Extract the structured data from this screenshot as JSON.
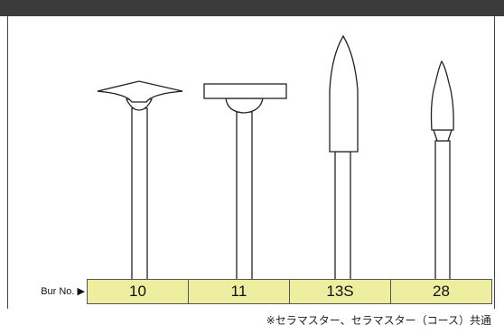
{
  "row_label": "Bur No. ▶",
  "burs": [
    {
      "number": "10",
      "shape": "inverted-cone-disc"
    },
    {
      "number": "11",
      "shape": "flat-disc"
    },
    {
      "number": "13S",
      "shape": "flame"
    },
    {
      "number": "28",
      "shape": "small-flame"
    }
  ],
  "footnote": "※セラマスター、セラマスター（コース）共通",
  "colors": {
    "header_bar": "#3b3b3b",
    "table_fill": "#eeeea0",
    "line": "#222222"
  }
}
